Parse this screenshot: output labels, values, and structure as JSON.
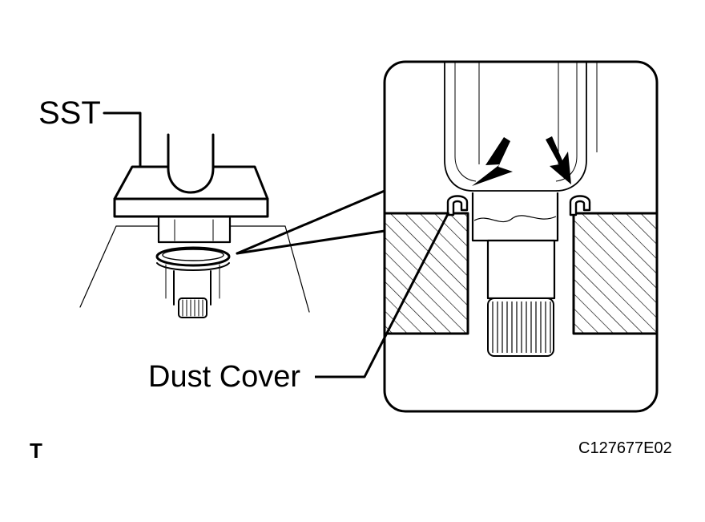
{
  "labels": {
    "sst": "SST",
    "dust_cover": "Dust Cover",
    "corner_mark": "T",
    "figure_code": "C127677E02"
  },
  "colors": {
    "line": "#000000",
    "background": "#ffffff"
  }
}
